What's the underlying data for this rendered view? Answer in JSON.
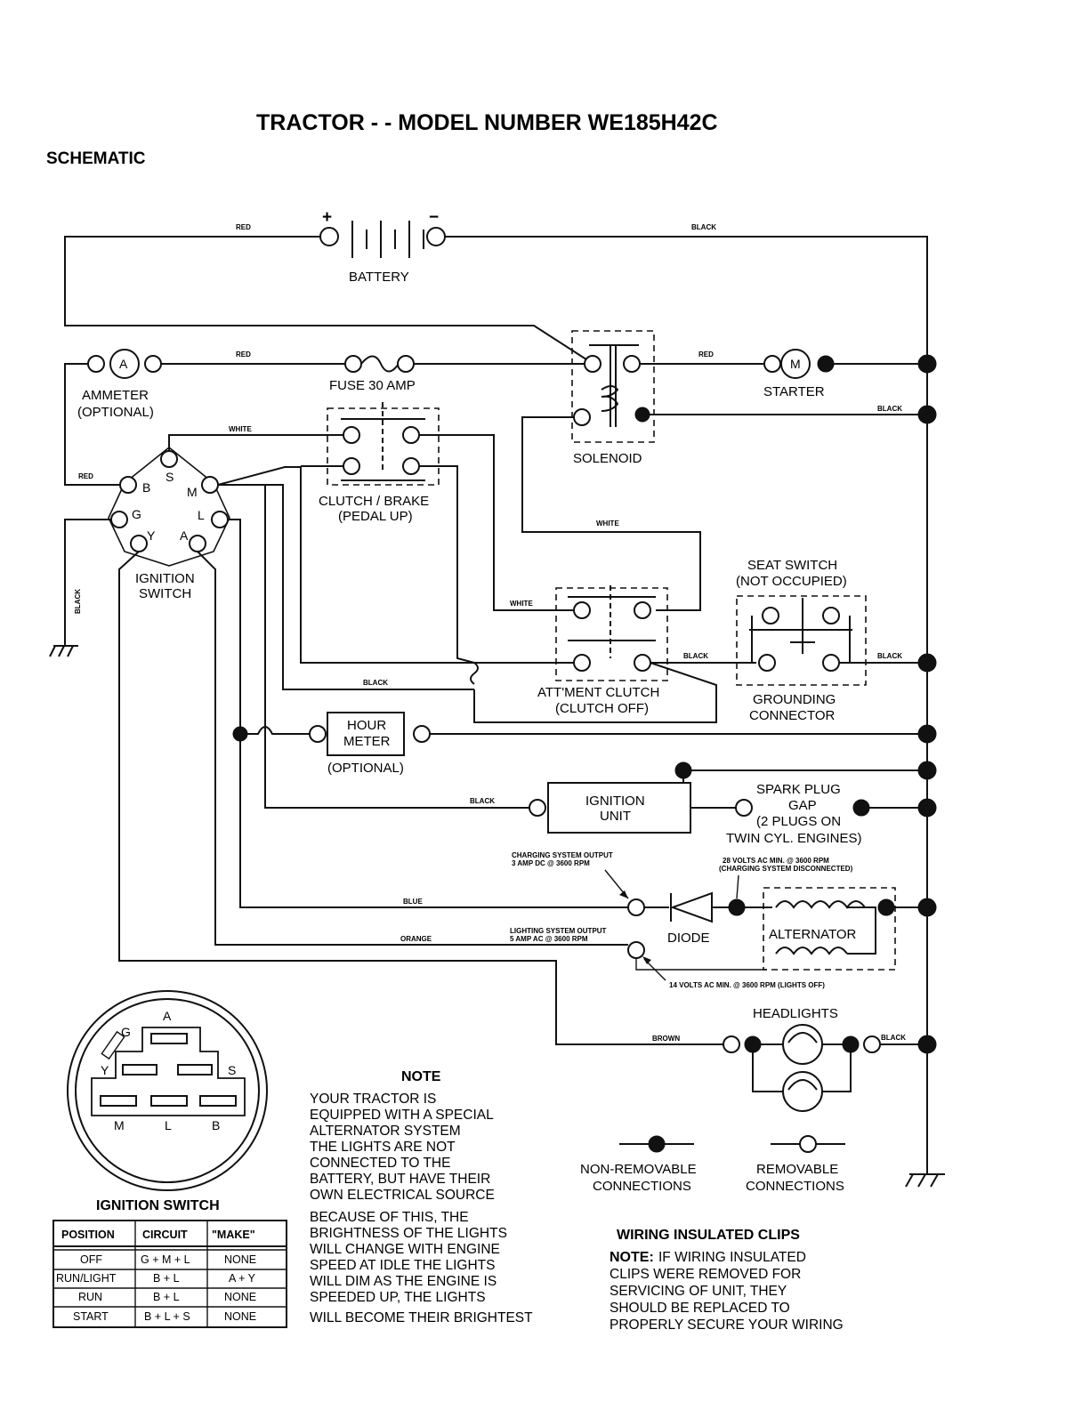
{
  "title": "TRACTOR - - MODEL NUMBER WE185H42C",
  "section": "SCHEMATIC",
  "components": {
    "battery": "BATTERY",
    "ammeter": "AMMETER",
    "ammeter_opt": "(OPTIONAL)",
    "fuse": "FUSE 30 AMP",
    "solenoid": "SOLENOID",
    "starter": "STARTER",
    "ignition_switch_1": "IGNITION",
    "ignition_switch_2": "SWITCH",
    "clutch_brake_1": "CLUTCH / BRAKE",
    "clutch_brake_2": "(PEDAL UP)",
    "seat_switch_1": "SEAT SWITCH",
    "seat_switch_2": "(NOT OCCUPIED)",
    "attment_1": "ATT'MENT CLUTCH",
    "attment_2": "(CLUTCH OFF)",
    "grounding_1": "GROUNDING",
    "grounding_2": "CONNECTOR",
    "hour_meter_1": "HOUR",
    "hour_meter_2": "METER",
    "hour_meter_opt": "(OPTIONAL)",
    "ignition_unit_1": "IGNITION",
    "ignition_unit_2": "UNIT",
    "spark_1": "SPARK PLUG",
    "spark_2": "GAP",
    "spark_3": "(2 PLUGS ON",
    "spark_4": "TWIN CYL. ENGINES)",
    "diode": "DIODE",
    "alternator": "ALTERNATOR",
    "headlights": "HEADLIGHTS",
    "charging_1": "CHARGING SYSTEM OUTPUT",
    "charging_2": "3 AMP DC @ 3600 RPM",
    "volts28_1": "28 VOLTS AC MIN. @ 3600 RPM",
    "volts28_2": "(CHARGING SYSTEM DISCONNECTED)",
    "lighting_1": "LIGHTING SYSTEM OUTPUT",
    "lighting_2": "5 AMP AC @ 3600 RPM",
    "volts14": "14 VOLTS AC MIN. @ 3600 RPM (LIGHTS OFF)"
  },
  "wires": {
    "red": "RED",
    "black": "BLACK",
    "white": "WHITE",
    "blue": "BLUE",
    "orange": "ORANGE",
    "brown": "BROWN"
  },
  "pins": {
    "b": "B",
    "s": "S",
    "m": "M",
    "g": "G",
    "l": "L",
    "y": "Y",
    "a": "A"
  },
  "ammeter_symbol": "A",
  "starter_symbol": "M",
  "battery_plus": "+",
  "battery_minus": "−",
  "legend": {
    "non_removable_1": "NON-REMOVABLE",
    "non_removable_2": "CONNECTIONS",
    "removable_1": "REMOVABLE",
    "removable_2": "CONNECTIONS"
  },
  "note": {
    "heading": "NOTE",
    "lines": [
      "YOUR TRACTOR IS",
      "EQUIPPED WITH A SPECIAL",
      "ALTERNATOR SYSTEM",
      "THE LIGHTS ARE NOT",
      "CONNECTED TO THE",
      "BATTERY, BUT HAVE THEIR",
      "OWN ELECTRICAL SOURCE",
      "BECAUSE OF THIS, THE",
      "BRIGHTNESS OF THE LIGHTS",
      "WILL CHANGE WITH ENGINE",
      "SPEED   AT IDLE THE LIGHTS",
      "WILL DIM   AS THE ENGINE IS",
      "SPEEDED UP, THE LIGHTS",
      "WILL BECOME THEIR BRIGHTEST"
    ]
  },
  "clips": {
    "heading": "WIRING INSULATED CLIPS",
    "note_label": "NOTE:",
    "lines": [
      "IF WIRING INSULATED",
      "CLIPS WERE REMOVED FOR",
      "SERVICING OF UNIT, THEY",
      "SHOULD BE REPLACED TO",
      "PROPERLY SECURE YOUR WIRING"
    ]
  },
  "switch_face": {
    "title": "IGNITION SWITCH",
    "labels": {
      "a": "A",
      "g": "G",
      "y": "Y",
      "s": "S",
      "m": "M",
      "l": "L",
      "b": "B"
    }
  },
  "switch_table": {
    "headers": [
      "POSITION",
      "CIRCUIT",
      "\"MAKE\""
    ],
    "rows": [
      [
        "OFF",
        "G + M + L",
        "NONE"
      ],
      [
        "RUN/LIGHT",
        "B + L",
        "A + Y"
      ],
      [
        "RUN",
        "B + L",
        "NONE"
      ],
      [
        "START",
        "B + L + S",
        "NONE"
      ]
    ]
  }
}
